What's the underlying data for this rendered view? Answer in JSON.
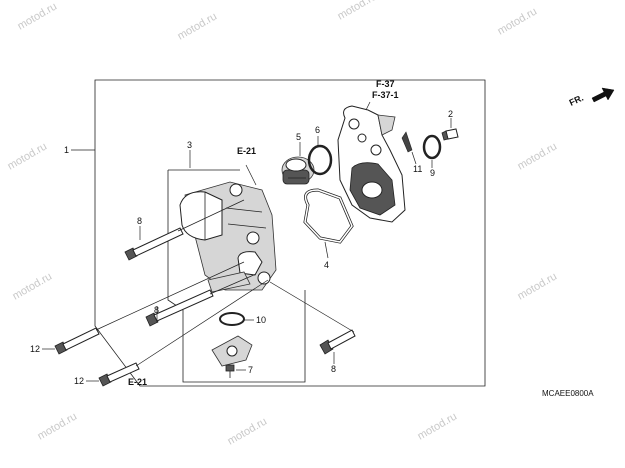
{
  "watermark": "motod.ru",
  "direction_label": "FR.",
  "diagram_code": "MCAEE0800A",
  "references": {
    "e21_top": "E-21",
    "e21_bottom": "E-21",
    "f37": "F-37",
    "f37_1": "F-37-1"
  },
  "callouts": {
    "p1": "1",
    "p2": "2",
    "p3": "3",
    "p4": "4",
    "p5": "5",
    "p6": "6",
    "p7": "7",
    "p8a": "8",
    "p8b": "8",
    "p8c": "8",
    "p9": "9",
    "p10": "10",
    "p11": "11",
    "p12a": "12",
    "p12b": "12"
  }
}
